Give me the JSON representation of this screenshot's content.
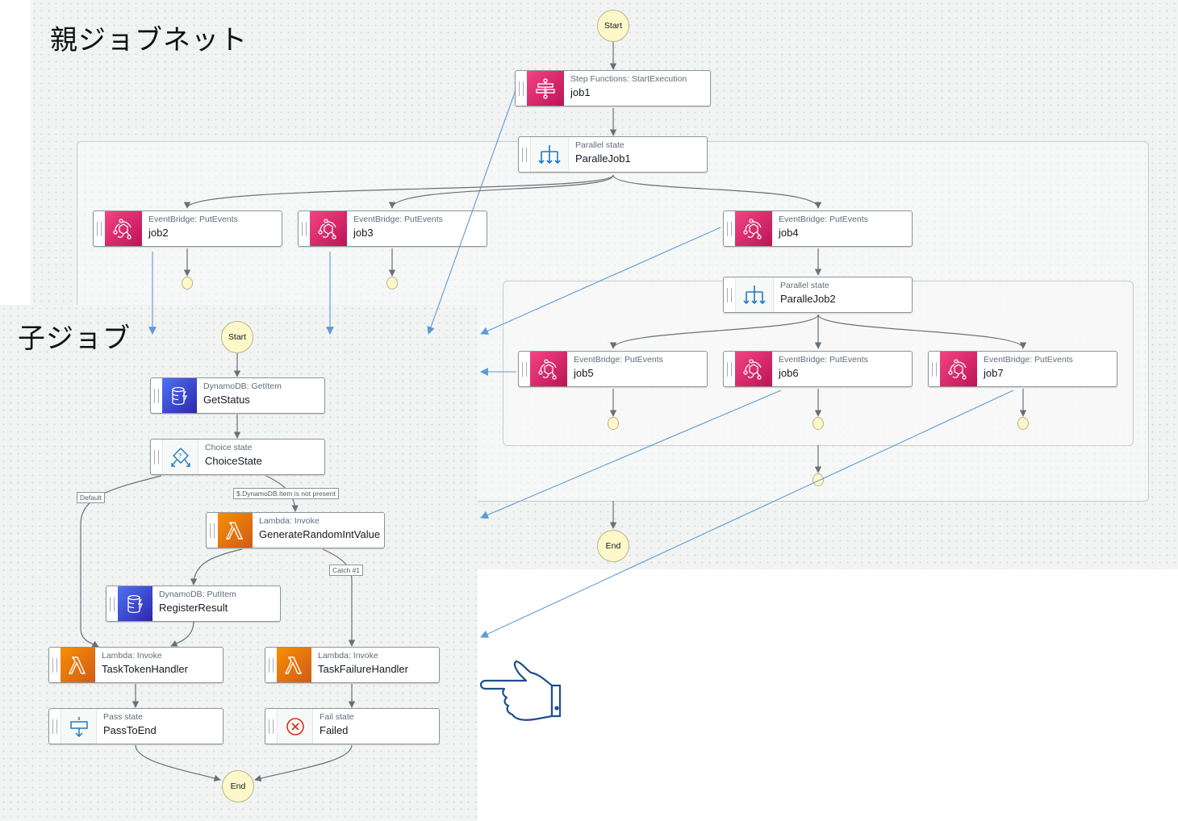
{
  "titles": {
    "parent": "親ジョブネット",
    "child": "子ジョブ"
  },
  "parent_workflow": {
    "start": "Start",
    "end": "End",
    "nodes": [
      {
        "id": "job1",
        "type": "Step Functions: StartExecution",
        "name": "job1",
        "icon": "step-functions-icon"
      },
      {
        "id": "paralle1",
        "type": "Parallel state",
        "name": "ParalleJob1",
        "icon": "parallel-icon"
      },
      {
        "id": "job2",
        "type": "EventBridge: PutEvents",
        "name": "job2",
        "icon": "eventbridge-icon"
      },
      {
        "id": "job3",
        "type": "EventBridge: PutEvents",
        "name": "job3",
        "icon": "eventbridge-icon"
      },
      {
        "id": "job4",
        "type": "EventBridge: PutEvents",
        "name": "job4",
        "icon": "eventbridge-icon"
      },
      {
        "id": "paralle2",
        "type": "Parallel state",
        "name": "ParalleJob2",
        "icon": "parallel-icon"
      },
      {
        "id": "job5",
        "type": "EventBridge: PutEvents",
        "name": "job5",
        "icon": "eventbridge-icon"
      },
      {
        "id": "job6",
        "type": "EventBridge: PutEvents",
        "name": "job6",
        "icon": "eventbridge-icon"
      },
      {
        "id": "job7",
        "type": "EventBridge: PutEvents",
        "name": "job7",
        "icon": "eventbridge-icon"
      }
    ]
  },
  "child_workflow": {
    "start": "Start",
    "end": "End",
    "nodes": [
      {
        "id": "getstatus",
        "type": "DynamoDB: GetItem",
        "name": "GetStatus",
        "icon": "dynamodb-icon"
      },
      {
        "id": "choice",
        "type": "Choice state",
        "name": "ChoiceState",
        "icon": "choice-icon"
      },
      {
        "id": "genrand",
        "type": "Lambda: Invoke",
        "name": "GenerateRandomIntValue",
        "icon": "lambda-icon"
      },
      {
        "id": "register",
        "type": "DynamoDB: PutItem",
        "name": "RegisterResult",
        "icon": "dynamodb-icon"
      },
      {
        "id": "tokenhandler",
        "type": "Lambda: Invoke",
        "name": "TaskTokenHandler",
        "icon": "lambda-icon"
      },
      {
        "id": "failhandler",
        "type": "Lambda: Invoke",
        "name": "TaskFailureHandler",
        "icon": "lambda-icon"
      },
      {
        "id": "passtoend",
        "type": "Pass state",
        "name": "PassToEnd",
        "icon": "pass-icon"
      },
      {
        "id": "failed",
        "type": "Fail state",
        "name": "Failed",
        "icon": "fail-icon"
      }
    ],
    "edge_labels": {
      "default": "Default",
      "not_present": "$.DynamoDB.Item is not present",
      "catch": "Catch #1"
    }
  },
  "colors": {
    "eventbridge": "#e7157b",
    "dynamodb": "#3b48cc",
    "lambda": "#ed7100",
    "annotation_arrow": "#5b9bd5",
    "start_end_fill": "#fdf8c9",
    "edge": "#687078"
  }
}
